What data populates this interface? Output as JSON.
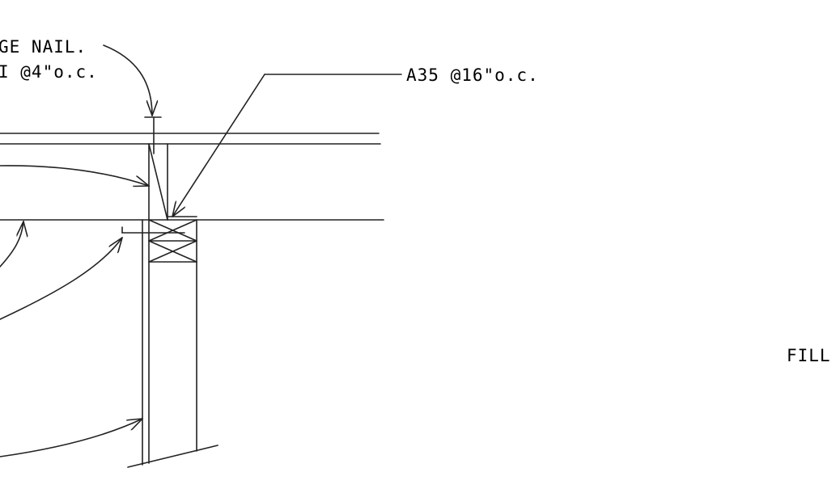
{
  "drawing": {
    "colors": {
      "line": "#222222",
      "text": "#000000",
      "background": "#ffffff"
    },
    "notes": {
      "edge_nail_line1": "GE NAIL.",
      "edge_nail_line2": "I @4\"o.c.",
      "a35": "A35 @16\"o.c.",
      "fill": "FILL"
    }
  }
}
